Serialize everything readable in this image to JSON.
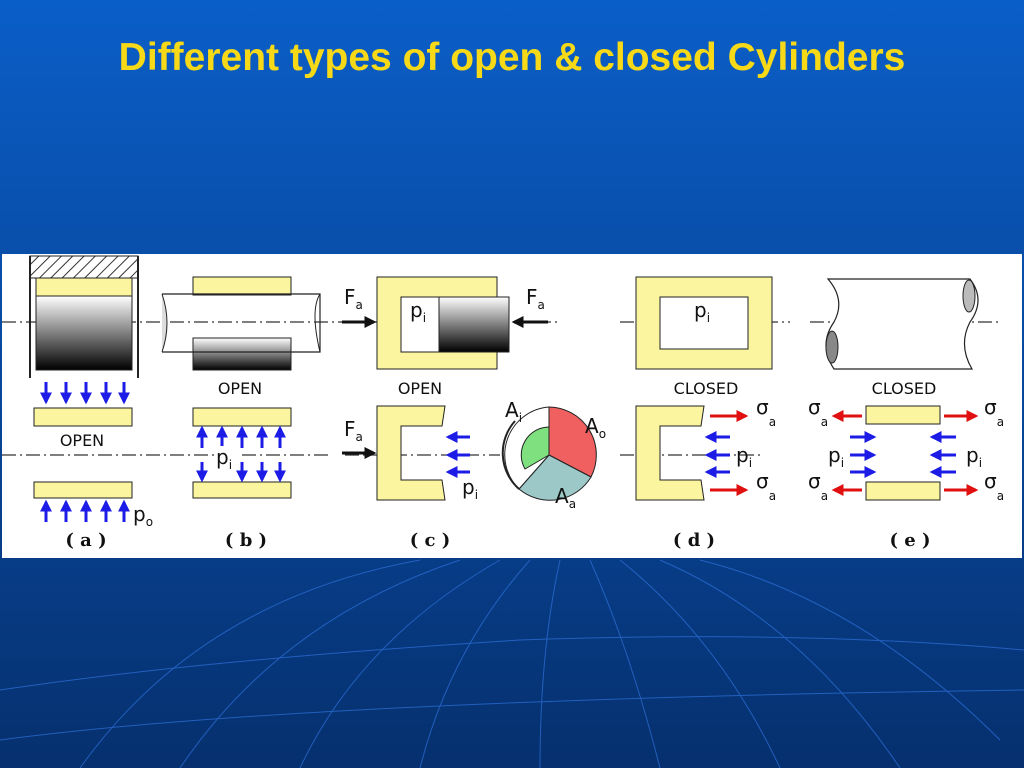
{
  "slide": {
    "title": "Different types of open & closed Cylinders",
    "title_color": "#f7d917",
    "bg_top": "#0a5ec8",
    "bg_bottom": "#06306e",
    "grid_color": "#2a6ad0"
  },
  "colors": {
    "wall": "#fbf5a0",
    "wall_stroke": "#222222",
    "pressure_arrow": "#1c1ce6",
    "stress_arrow": "#e01010",
    "area_inner": "#7fe07f",
    "area_outer": "#f06060",
    "area_annulus": "#9cc8c8"
  },
  "figure": {
    "a": {
      "label_open": "OPEN",
      "p": "p",
      "p_sub": "o",
      "caption": "( a )"
    },
    "b": {
      "label_open": "OPEN",
      "p": "p",
      "p_sub": "i",
      "caption": "( b )"
    },
    "c": {
      "label_open": "OPEN",
      "F": "F",
      "F_sub": "a",
      "p": "p",
      "p_sub": "i",
      "caption": "( c )",
      "areas": {
        "A": "A",
        "inner_sub": "i",
        "outer_sub": "o",
        "annulus_sub": "a"
      }
    },
    "d": {
      "label_closed": "CLOSED",
      "p": "p",
      "p_sub": "i",
      "sigma": "σ",
      "sigma_sub": "a",
      "caption": "( d )"
    },
    "e": {
      "label_closed": "CLOSED",
      "p": "p",
      "p_sub": "i",
      "sigma": "σ",
      "sigma_sub": "a",
      "caption": "( e )"
    }
  }
}
